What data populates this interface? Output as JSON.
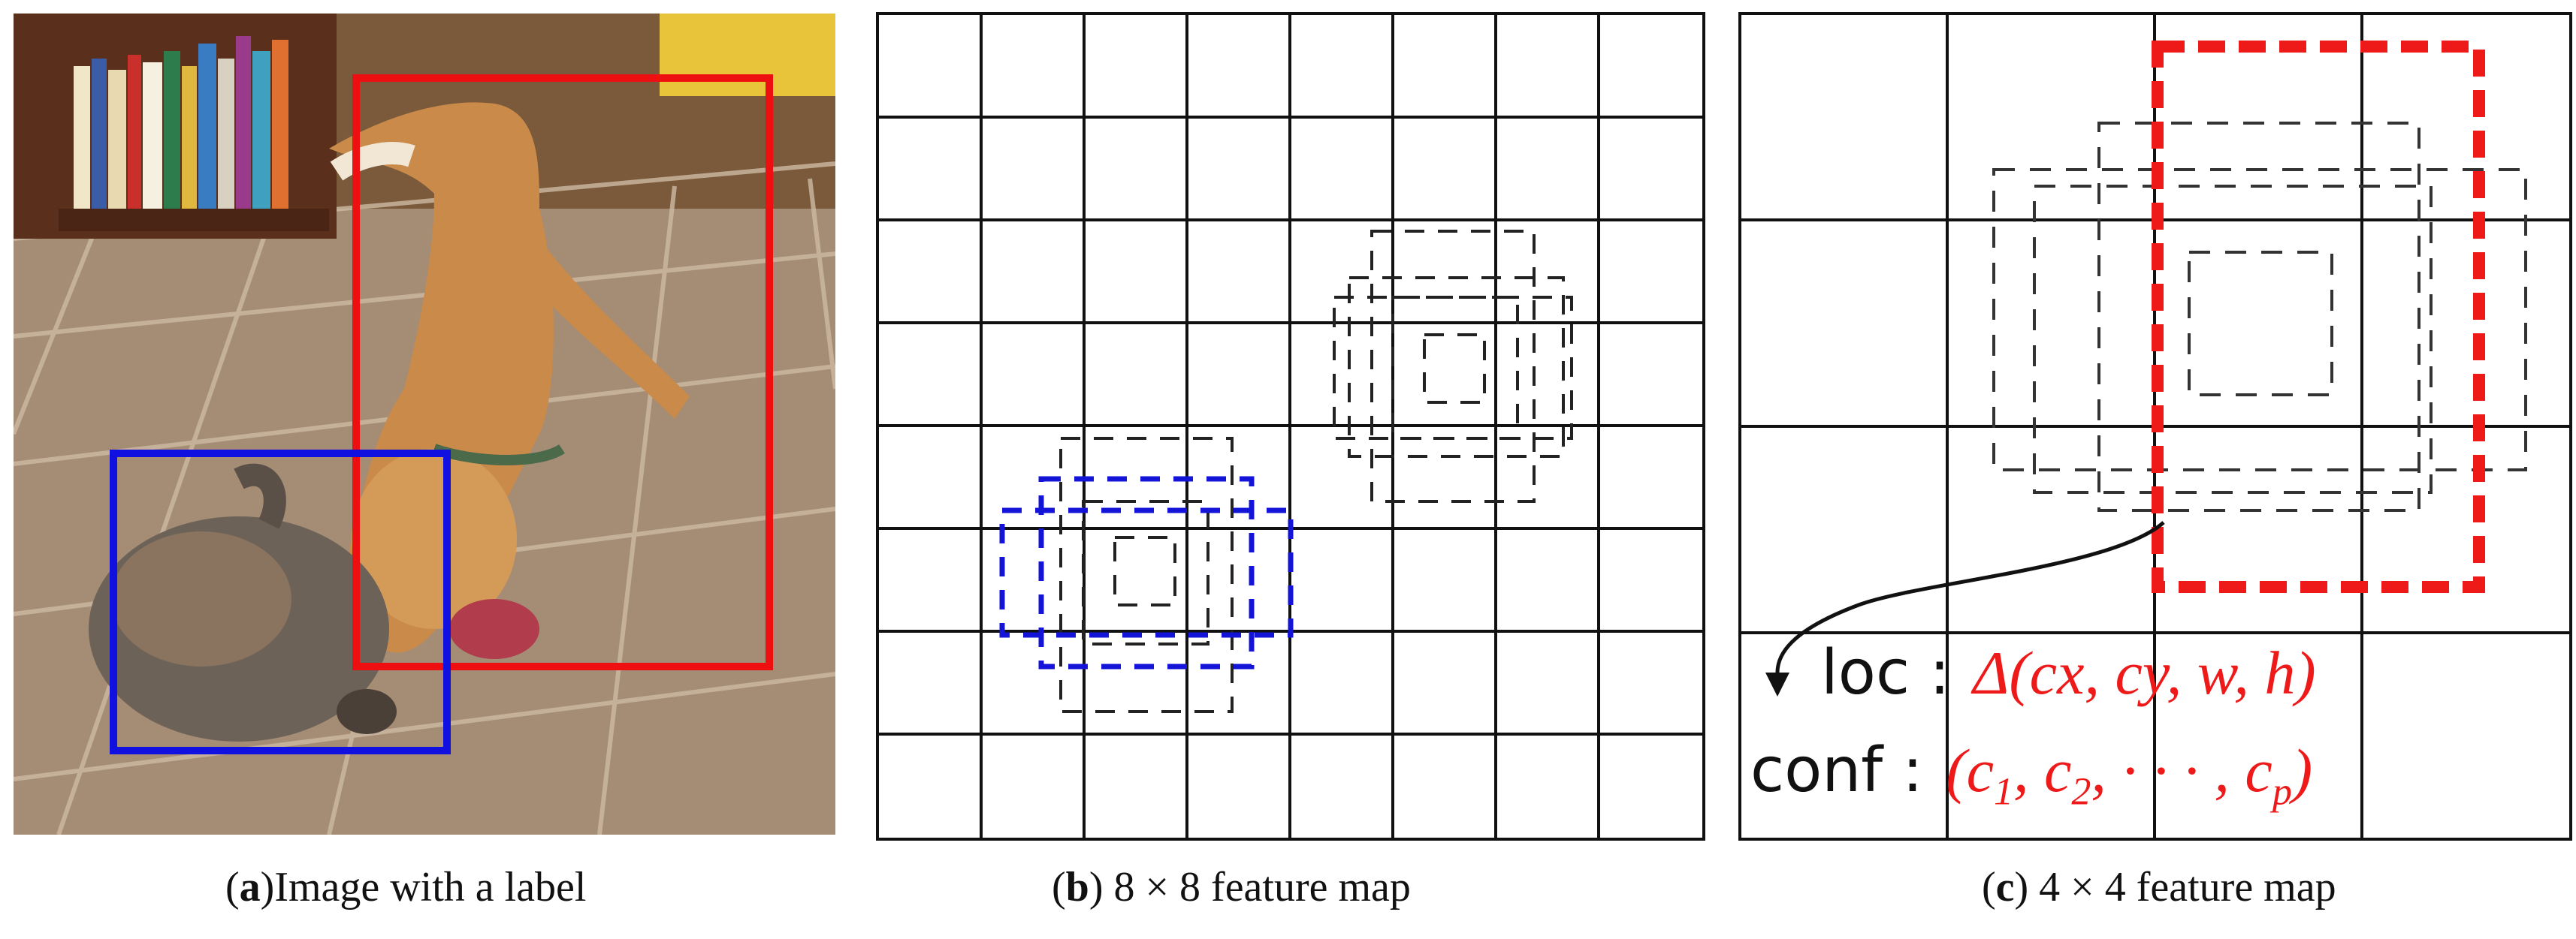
{
  "panel_a": {
    "caption_letter": "a",
    "caption_text": "Image with a label",
    "label_colors": {
      "cat_box": "#1010e0",
      "dog_box": "#ee1010"
    }
  },
  "panel_b": {
    "caption_letter": "b",
    "caption_text": " 8 × 8 feature map",
    "grid_size": 8,
    "highlight_color": "#1414d8"
  },
  "panel_c": {
    "caption_letter": "c",
    "caption_text": " 4 × 4 feature map",
    "grid_size": 4,
    "highlight_color": "#ee1a1a",
    "loc_label": "loc :",
    "loc_formula": "Δ(cx, cy, w, h)",
    "conf_label": "conf :",
    "conf_formula_open": "(c",
    "conf_sub1": "1",
    "conf_sep1": ", c",
    "conf_sub2": "2",
    "conf_mid": ", · · · , c",
    "conf_subp": "p",
    "conf_close": ")"
  }
}
